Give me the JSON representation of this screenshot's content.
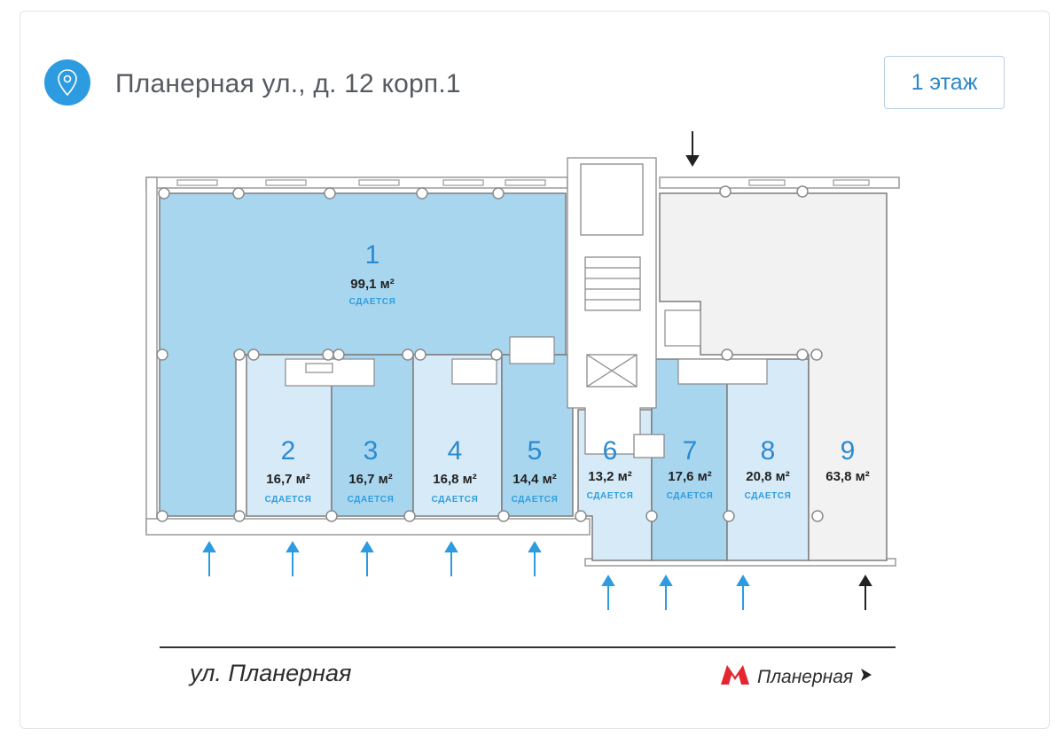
{
  "header": {
    "address": "Планерная ул., д. 12 корп.1",
    "floor_label": "1 этаж",
    "pin_icon": "location-pin-icon"
  },
  "colors": {
    "accent": "#2d9be0",
    "unit_dark": "#a9d6ef",
    "unit_light": "#d6ebf7",
    "unit_free": "#f2f2f2"
  },
  "units": [
    {
      "number": "1",
      "area": "99,1 м²",
      "status": "СДАЕТСЯ"
    },
    {
      "number": "2",
      "area": "16,7 м²",
      "status": "СДАЕТСЯ"
    },
    {
      "number": "3",
      "area": "16,7 м²",
      "status": "СДАЕТСЯ"
    },
    {
      "number": "4",
      "area": "16,8 м²",
      "status": "СДАЕТСЯ"
    },
    {
      "number": "5",
      "area": "14,4 м²",
      "status": "СДАЕТСЯ"
    },
    {
      "number": "6",
      "area": "13,2 м²",
      "status": "СДАЕТСЯ"
    },
    {
      "number": "7",
      "area": "17,6 м²",
      "status": "СДАЕТСЯ"
    },
    {
      "number": "8",
      "area": "20,8 м²",
      "status": "СДАЕТСЯ"
    },
    {
      "number": "9",
      "area": "63,8 м²",
      "status": ""
    }
  ],
  "street": "ул. Планерная",
  "metro": {
    "name": "Планерная",
    "icon": "metro-m-icon",
    "arrow_icon": "arrow-right-icon"
  }
}
